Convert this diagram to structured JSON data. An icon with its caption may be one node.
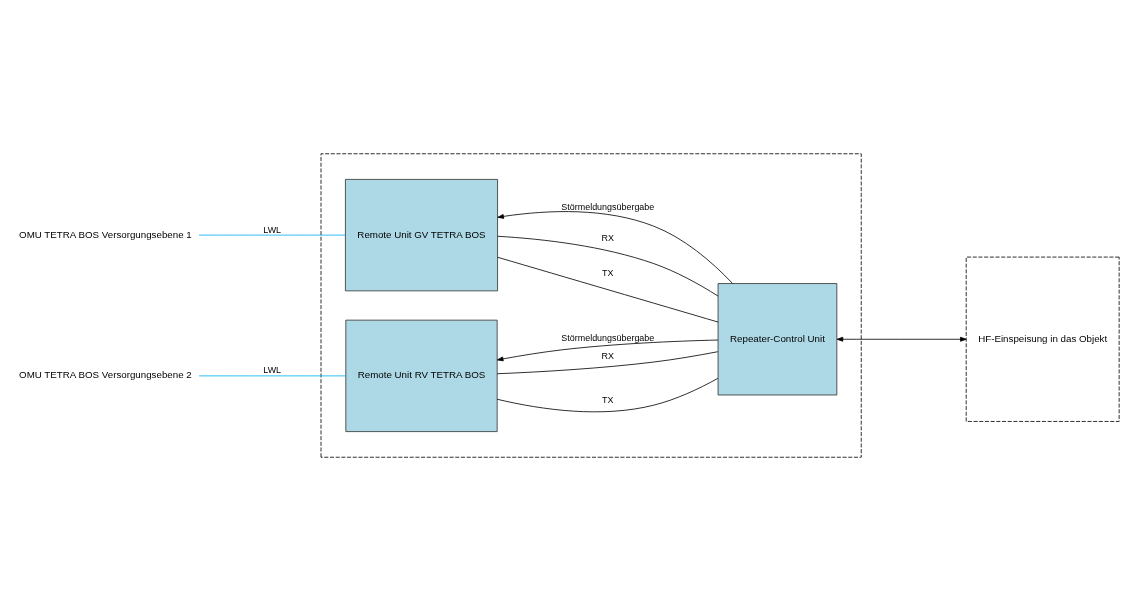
{
  "diagram": {
    "nodes": [
      {
        "text": [],
        "shape": "box"
      },
      {
        "text": [
          "OMU TETRA BOS Versorgungsebene 1"
        ]
      },
      {
        "text": [
          "Remote Unit GV TETRA BOS"
        ],
        "in": 0
      },
      {
        "text": [
          "OMU TETRA BOS Versorgungsebene 2"
        ]
      },
      {
        "text": [
          "Remote Unit RV TETRA BOS"
        ],
        "in": 0
      },
      {
        "text": [
          "Repeater-Control Unit"
        ],
        "in": 0
      },
      {
        "text": [
          "HF-Einspeisung in das Objekt"
        ]
      }
    ],
    "edges": [
      {
        "from": 1,
        "to": 2,
        "arrow": "none",
        "label": "LWL",
        "color": "#00b0f0"
      },
      {
        "from": 3,
        "to": 4,
        "arrow": "none",
        "label": "LWL",
        "color": "#00b0f0"
      },
      {
        "from": 2,
        "to": 5,
        "arrow": "none",
        "label": "TX"
      },
      {
        "from": 2,
        "to": 5,
        "arrow": "none",
        "label": "RX"
      },
      {
        "from": 4,
        "to": 5,
        "arrow": "none",
        "label": "TX"
      },
      {
        "from": 4,
        "to": 5,
        "arrow": "none",
        "label": "RX"
      },
      {
        "from": 5,
        "to": 2,
        "arrow": "to",
        "label": "Störmeldungsübergabe"
      },
      {
        "from": 5,
        "to": 4,
        "arrow": "to",
        "label": "Störmeldungsübergabe"
      },
      {
        "from": 5,
        "to": 6,
        "arrow": "both"
      }
    ]
  }
}
